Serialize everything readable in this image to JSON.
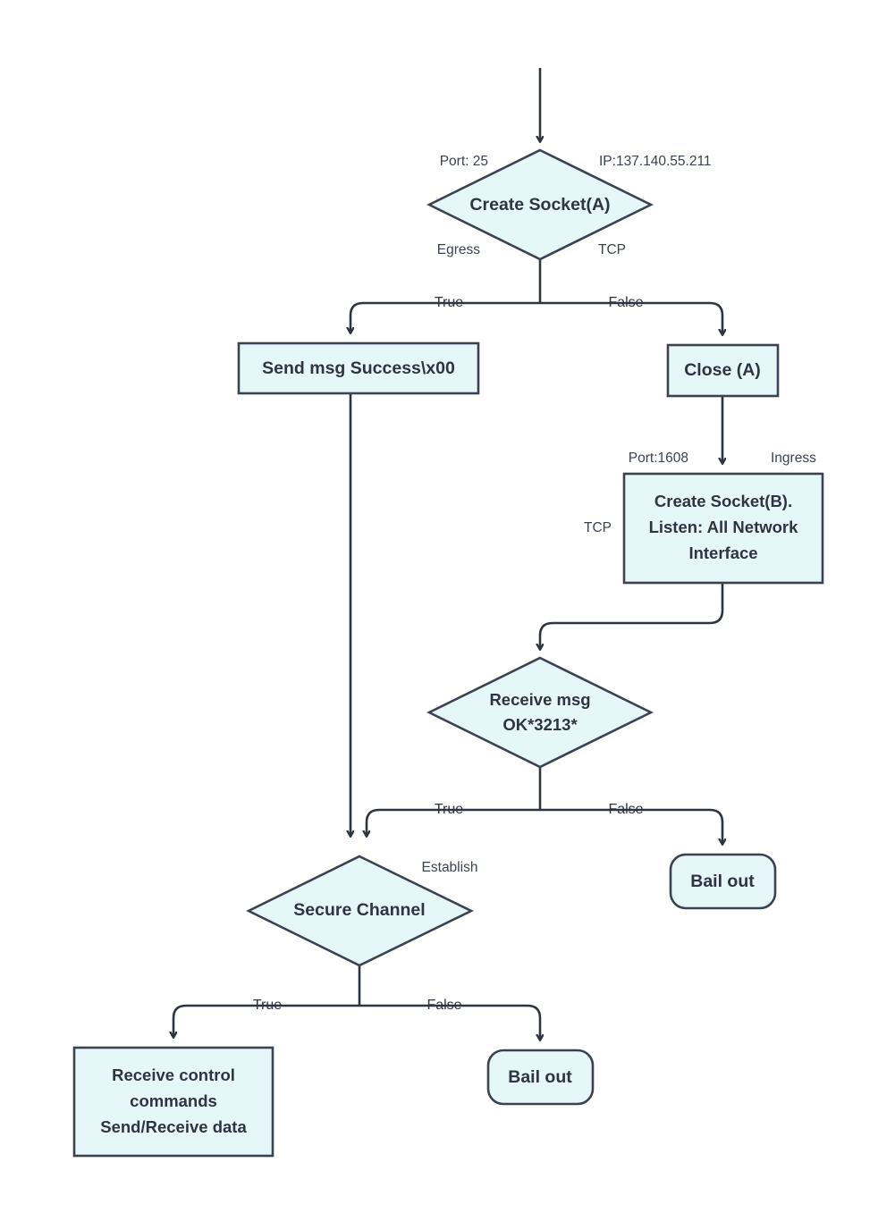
{
  "diagram": {
    "title": "Socket connection flowchart",
    "colors": {
      "node_fill": "#e6f7fa",
      "node_stroke": "#3b4252",
      "connector": "#2e3440",
      "text": "#2e3440",
      "background": "#ffffff"
    },
    "nodes": {
      "create_socket_a": {
        "label": "Create Socket(A)",
        "shape": "diamond"
      },
      "send_msg_success": {
        "label": "Send msg Success\\x00",
        "shape": "rectangle"
      },
      "close_a": {
        "label": "Close (A)",
        "shape": "rectangle"
      },
      "create_socket_b": {
        "line1": "Create Socket(B).",
        "line2": "Listen: All Network",
        "line3": "Interface",
        "shape": "rectangle"
      },
      "receive_msg_ok": {
        "line1": "Receive msg",
        "line2": "OK*3213*",
        "shape": "diamond"
      },
      "bail_out_upper": {
        "label": "Bail out",
        "shape": "rounded-rectangle"
      },
      "secure_channel": {
        "label": "Secure Channel",
        "shape": "diamond"
      },
      "bail_out_lower": {
        "label": "Bail out",
        "shape": "rounded-rectangle"
      },
      "receive_control_commands": {
        "line1": "Receive control",
        "line2": "commands",
        "line3": "Send/Receive data",
        "shape": "rectangle"
      }
    },
    "annotations": {
      "port_25": "Port: 25",
      "ip_address": "IP:137.140.55.211",
      "egress": "Egress",
      "tcp_a": "TCP",
      "port_1608": "Port:1608",
      "ingress": "Ingress",
      "tcp_b": "TCP",
      "establish": "Establish"
    },
    "edge_labels": {
      "socket_a_true": "True",
      "socket_a_false": "False",
      "receive_msg_true": "True",
      "receive_msg_false": "False",
      "secure_channel_true": "True",
      "secure_channel_false": "False"
    }
  }
}
